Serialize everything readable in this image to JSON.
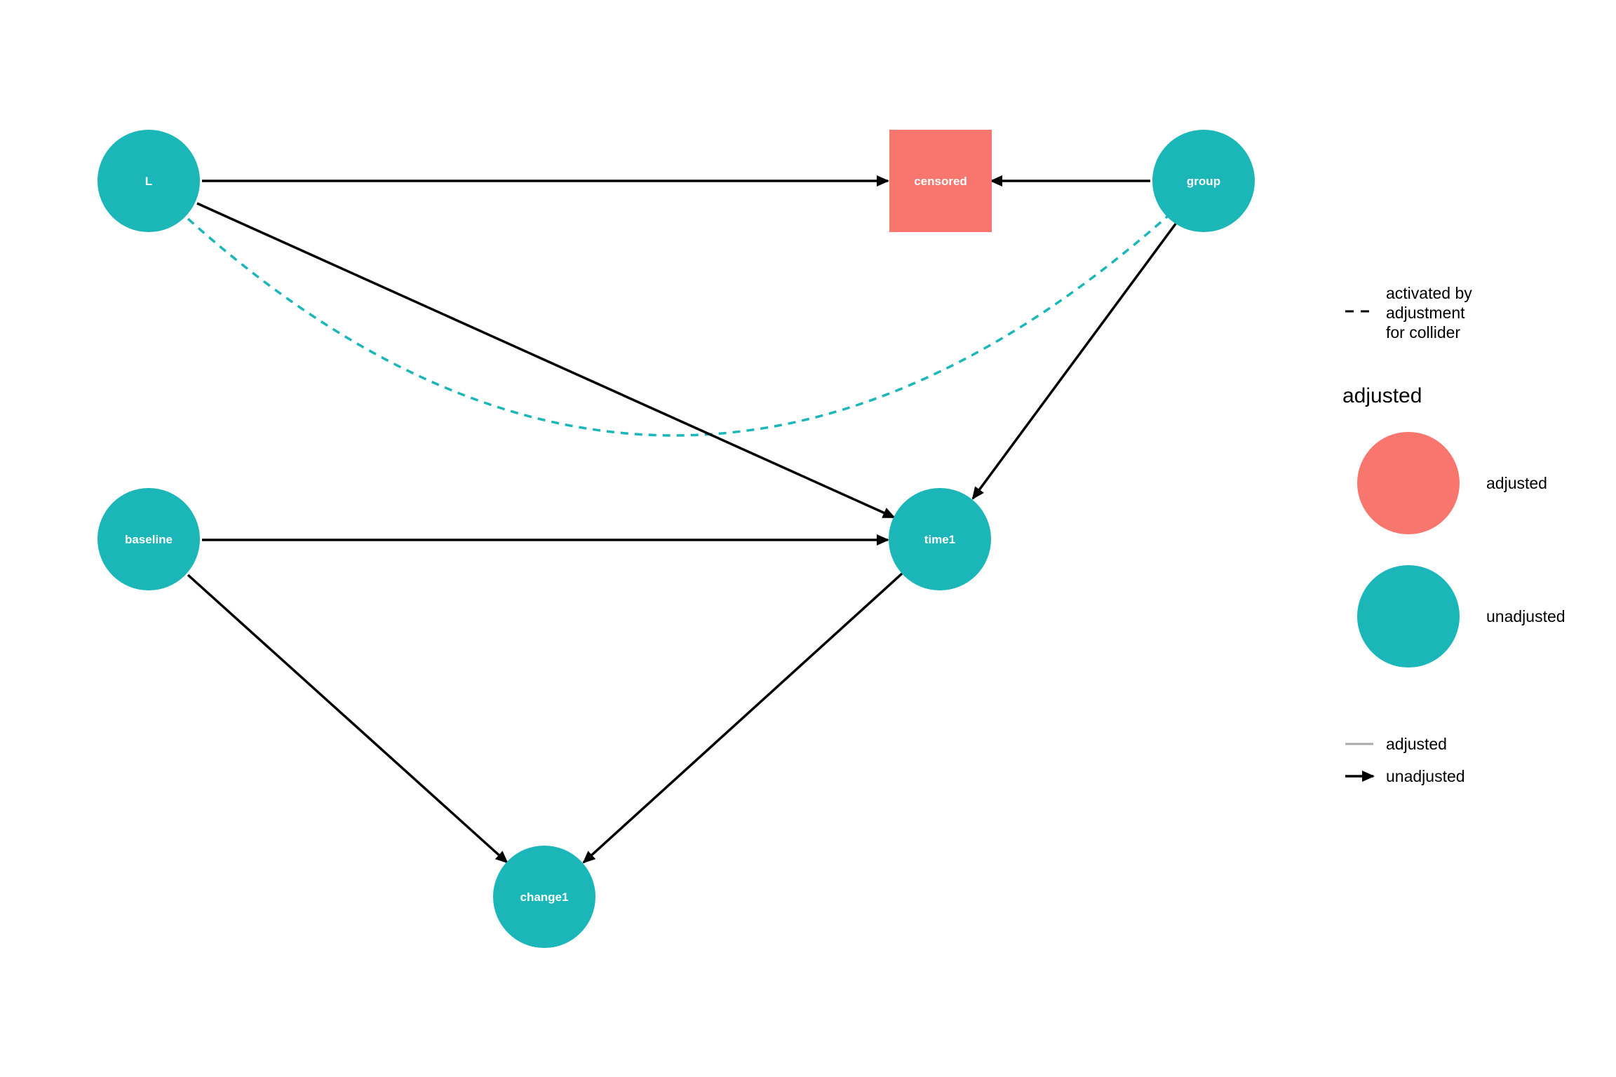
{
  "nodes": [
    {
      "id": "L",
      "label": "L",
      "shape": "circle",
      "status": "unadjusted"
    },
    {
      "id": "censored",
      "label": "censored",
      "shape": "square",
      "status": "adjusted"
    },
    {
      "id": "group",
      "label": "group",
      "shape": "circle",
      "status": "unadjusted"
    },
    {
      "id": "baseline",
      "label": "baseline",
      "shape": "circle",
      "status": "unadjusted"
    },
    {
      "id": "time1",
      "label": "time1",
      "shape": "circle",
      "status": "unadjusted"
    },
    {
      "id": "change1",
      "label": "change1",
      "shape": "circle",
      "status": "unadjusted"
    }
  ],
  "edges": [
    {
      "from": "L",
      "to": "censored",
      "type": "directed"
    },
    {
      "from": "group",
      "to": "censored",
      "type": "directed"
    },
    {
      "from": "L",
      "to": "time1",
      "type": "directed"
    },
    {
      "from": "group",
      "to": "time1",
      "type": "directed"
    },
    {
      "from": "baseline",
      "to": "time1",
      "type": "directed"
    },
    {
      "from": "baseline",
      "to": "change1",
      "type": "directed"
    },
    {
      "from": "time1",
      "to": "change1",
      "type": "directed"
    },
    {
      "from": "L",
      "to": "group",
      "type": "collider-activated"
    }
  ],
  "colors": {
    "adjusted": "#F8766D",
    "unadjusted": "#1AB6B8",
    "edge": "#000000",
    "edge_adjusted_legend": "#AAAAAA",
    "node_text": "#FFFFFF"
  },
  "legend": {
    "collider": {
      "line1": "activated by",
      "line2": "adjustment",
      "line3": "for collider"
    },
    "title": "adjusted",
    "node_items": [
      {
        "label": "adjusted"
      },
      {
        "label": "unadjusted"
      }
    ],
    "edge_items": [
      {
        "label": "adjusted"
      },
      {
        "label": "unadjusted"
      }
    ]
  }
}
